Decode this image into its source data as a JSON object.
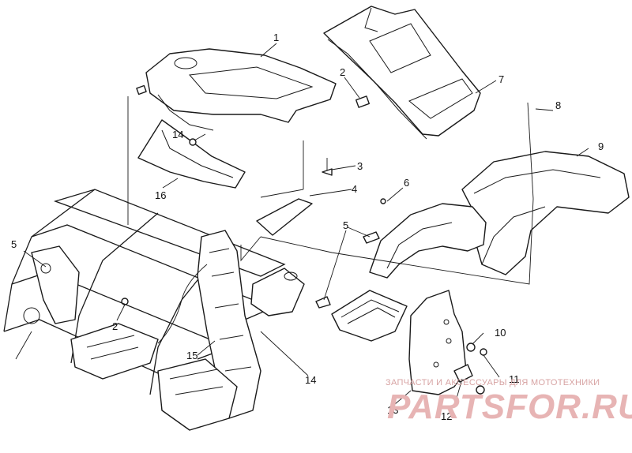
{
  "diagram": {
    "callouts": [
      {
        "id": "c1",
        "text": "1"
      },
      {
        "id": "c2a",
        "text": "2"
      },
      {
        "id": "c2b",
        "text": "2"
      },
      {
        "id": "c3",
        "text": "3"
      },
      {
        "id": "c4",
        "text": "4"
      },
      {
        "id": "c5a",
        "text": "5"
      },
      {
        "id": "c5b",
        "text": "5"
      },
      {
        "id": "c6",
        "text": "6"
      },
      {
        "id": "c7",
        "text": "7"
      },
      {
        "id": "c8",
        "text": "8"
      },
      {
        "id": "c9",
        "text": "9"
      },
      {
        "id": "c10",
        "text": "10"
      },
      {
        "id": "c11",
        "text": "11"
      },
      {
        "id": "c12",
        "text": "12"
      },
      {
        "id": "c13",
        "text": "13"
      },
      {
        "id": "c14a",
        "text": "14"
      },
      {
        "id": "c14b",
        "text": "14"
      },
      {
        "id": "c15",
        "text": "15"
      },
      {
        "id": "c16",
        "text": "16"
      }
    ]
  },
  "watermark": {
    "site_text": "ЗАПЧАСТИ И АКСЕССУАРЫ ДЛЯ МОТОТЕХНИКИ",
    "logo_text": "PARTSFOR.RU",
    "color": "#e7b4b4"
  }
}
